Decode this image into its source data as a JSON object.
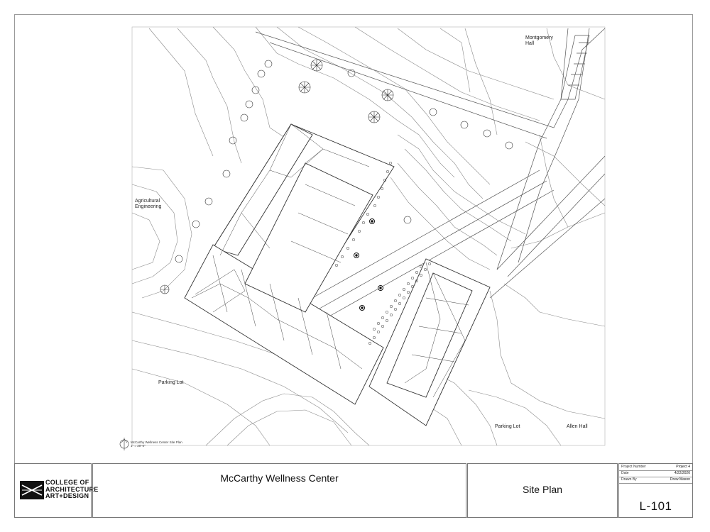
{
  "labels": {
    "montgomery_hall": "Montgomery\nHall",
    "agricultural_engineering": "Agricultural\nEngineering",
    "parking_lot_west": "Parking Lot",
    "parking_lot_south": "Parking Lot",
    "allen_hall": "Allen Hall"
  },
  "scale_note": {
    "title": "McCarthy Wellness Center Site Plan",
    "scale": "1\" = 20'-0\""
  },
  "title_block": {
    "logo_lines": [
      "COLLEGE OF",
      "ARCHITECTURE",
      "ART+DESIGN"
    ],
    "project_name": "McCarthy Wellness Center",
    "sheet_title": "Site Plan",
    "project_number_label": "Project Number",
    "project_number": "Project 4",
    "date_label": "Date",
    "date": "4/22/2020",
    "drawn_by_label": "Drawn By",
    "drawn_by": "Drew Maxon",
    "sheet_number": "L-101"
  }
}
